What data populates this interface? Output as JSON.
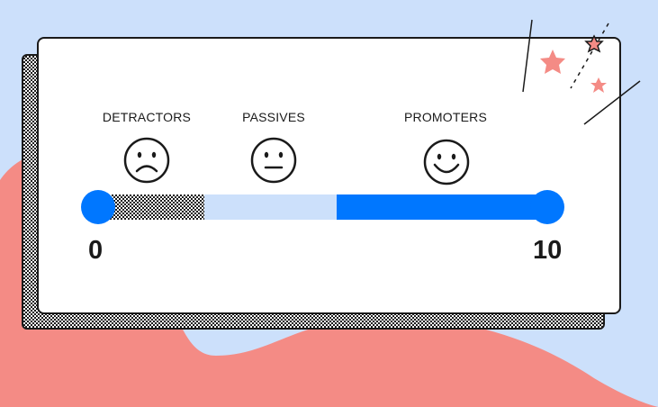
{
  "scale": {
    "min_label": "0",
    "max_label": "10",
    "categories": [
      {
        "label": "DETRACTORS",
        "icon": "sad-face-icon"
      },
      {
        "label": "PASSIVES",
        "icon": "neutral-face-icon"
      },
      {
        "label": "PROMOTERS",
        "icon": "happy-face-icon"
      }
    ]
  },
  "colors": {
    "background": "#cce0fb",
    "blob": "#f48b85",
    "accent": "#0077ff",
    "passive_segment": "#cce0fb",
    "star": "#f48b85",
    "ink": "#1a1a1a"
  }
}
